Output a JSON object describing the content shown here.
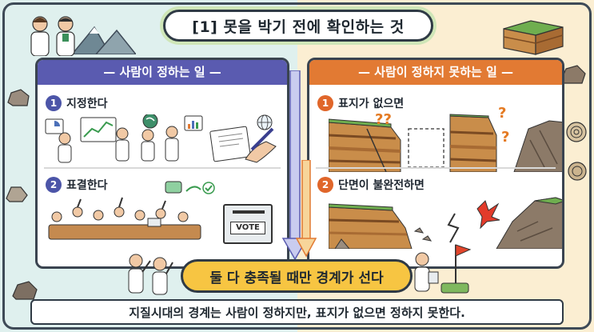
{
  "title": "[1] 못을 박기 전에 확인하는 것",
  "left_panel": {
    "heading": "— 사람이 정하는 일 —",
    "items": [
      {
        "number": "1",
        "label": "지정한다"
      },
      {
        "number": "2",
        "label": "표결한다"
      }
    ],
    "vote_box_label": "VOTE"
  },
  "right_panel": {
    "heading": "— 사람이 정하지 못하는 일 —",
    "items": [
      {
        "number": "1",
        "label": "표지가 없으면"
      },
      {
        "number": "2",
        "label": "단면이 불완전하면"
      }
    ],
    "question_marks": "??"
  },
  "conclusion": "둘 다 충족될 때만 경계가 선다",
  "caption": "지질시대의 경계는 사람이 정하지만, 표지가 없으면 정하지 못한다.",
  "colors": {
    "left_accent": "#5a5bb0",
    "right_accent": "#e27a33",
    "banner_yellow": "#f7c542"
  }
}
